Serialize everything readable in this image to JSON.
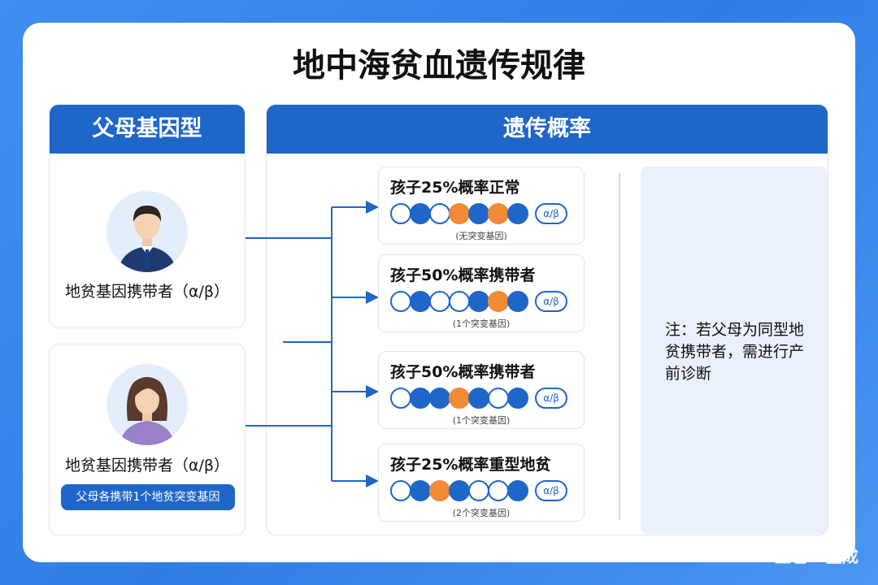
{
  "title": "地中海贫血遗传规律",
  "left_header": "父母基因型",
  "right_header": "遗传概率",
  "parents": [
    {
      "label": "地贫基因携带者（α/β）"
    },
    {
      "label": "地贫基因携带者（α/β）",
      "badge": "父母各携带1个地贫突变基因"
    }
  ],
  "results": [
    {
      "title": "孩子25%概率正常",
      "dots": [
        "w",
        "b",
        "w",
        "o",
        "b",
        "o",
        "b"
      ],
      "pill": "α/β",
      "sub": "(无突变基因)"
    },
    {
      "title": "孩子50%概率携带者",
      "dots": [
        "w",
        "b",
        "w",
        "w",
        "b",
        "o",
        "b"
      ],
      "pill": "α/β",
      "sub": "(1个突变基因)"
    },
    {
      "title": "孩子50%概率携带者",
      "dots": [
        "w",
        "b",
        "b",
        "o",
        "b",
        "w",
        "b"
      ],
      "pill": "α/β",
      "sub": "(1个突变基因)"
    },
    {
      "title": "孩子25%概率重型地贫",
      "dots": [
        "w",
        "b",
        "o",
        "b",
        "w",
        "w",
        "b"
      ],
      "pill": "α/β",
      "sub": "(2个突变基因)"
    }
  ],
  "note": "注：若父母为同型地贫携带者，需进行产前诊断",
  "watermark": "豆包AI生成",
  "colors": {
    "primary": "#1f66c9",
    "orange": "#f28a36",
    "background": "#3f8ff0"
  }
}
